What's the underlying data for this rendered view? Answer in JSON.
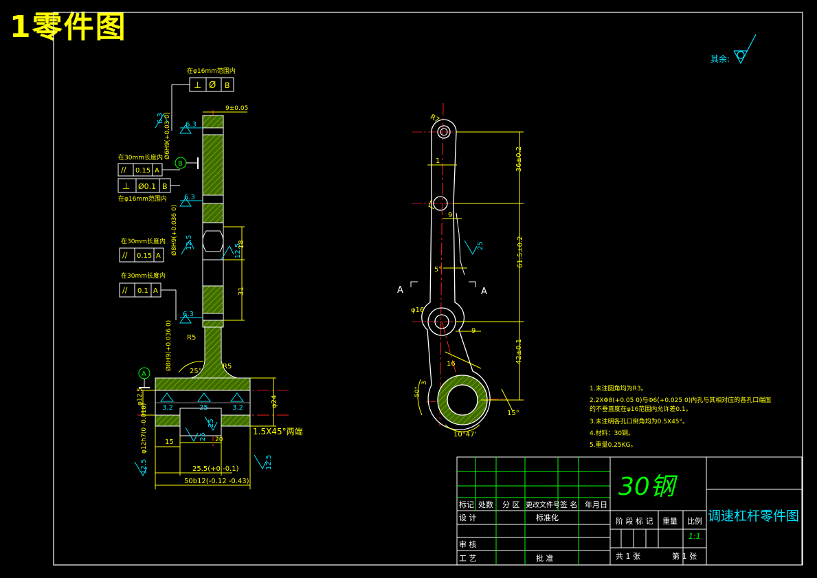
{
  "heading": "1零件图",
  "roughness_rest_label": "其余:",
  "left_view": {
    "note_top": "在φ16mm范围内",
    "top_frame": {
      "sym": "⊥",
      "tol": "Ø",
      "datum": "B"
    },
    "dim_top_width": "9±0.05",
    "rough_top": "6.3",
    "rough_hole1": "6.3",
    "dim_hole1": "Ø6H9(+0.03 0)",
    "datum_b": "B",
    "note_30a": "在30mm长度内",
    "frame1": {
      "sym": "//",
      "tol": "0.15",
      "datum": "A"
    },
    "frame2": {
      "sym": "⊥",
      "tol": "Ø0.1",
      "datum": "B"
    },
    "note_16b": "在φ16mm范围内",
    "rough_hole2": "6.3",
    "note_30b": "在30mm长度内",
    "frame3": {
      "sym": "//",
      "tol": "0.15",
      "datum": "A"
    },
    "dim_slot": "Ø8H9(+0.036 0)",
    "rough_slot": "12.5",
    "rough_slot2": "12.5",
    "dim_18": "18",
    "dim_31": "31",
    "note_30c": "在30mm长度内",
    "frame4": {
      "sym": "//",
      "tol": "0.1",
      "datum": "A"
    },
    "rough_hole3": "6.3",
    "r5_left": "R5",
    "r5_right": "R5",
    "dim_hole3": "Ø8H9(+0.036 0)",
    "angle_25": "25°",
    "datum_a": "A",
    "dim_d125": "φ12.5",
    "dim_d24": "φ24",
    "rough_32a": "3.2",
    "rough_25a": "25",
    "rough_32b": "3.2",
    "chamfer": "1.5X45°两端",
    "dim_bore": "φ12h7(0 -0.018)",
    "rough_25b": "25",
    "rough_25c": "25",
    "dim_20": "20",
    "dim_15": "15",
    "dim_255": "25.5(+0 -0.1)",
    "rough_125a": "12.5",
    "rough_125b": "12.5",
    "dim_50": "50b12(-0.12 -0.43)"
  },
  "right_view": {
    "r7": "R7",
    "dim_1": "1",
    "dim_36": "36±0.2",
    "dim_9a": "9",
    "rough_25": "25",
    "dim_615": "61.5±0.2",
    "dim_5": "5°",
    "section_a_left": "A",
    "section_a_right": "A",
    "dim_d16": "φ16",
    "dim_9b": "9",
    "dim_16": "16",
    "dim_42": "42±0.1",
    "dim_50deg": "50°",
    "dim_3": "3",
    "dim_15deg": "15°",
    "dim_1047": "10°47'"
  },
  "notes": [
    "1.未注圆角均为R3。",
    "2.2XΦ8(+0.05 0)与Φ6(+0.025 0)内孔与其相对应的各孔口端面",
    "的不垂直度在φ16范围内允许差0.1。",
    "3.未注明各孔口倒角均为0.5X45°。",
    "4.材料：30钢。",
    "5.重量0.25KG。"
  ],
  "title_block": {
    "material": "30钢",
    "drawing_name": "调速杠杆零件图",
    "h_biaoji": "标记",
    "h_chushu": "处数",
    "h_fenqu": "分 区",
    "h_genggai": "更改文件号",
    "h_qianming": "签 名",
    "h_nianyueri": "年月日",
    "sheji": "设 计",
    "biaozhunhua": "标准化",
    "jieduan": "阶 段 标 记",
    "zhongliang": "重量",
    "bili": "比例",
    "scale": "1:1",
    "shenhe": "审 核",
    "gongyi": "工 艺",
    "pizhun": "批 准",
    "total_sheets": "共 1 张",
    "sheet_no": "第 1 张"
  },
  "colors": {
    "background": "#000000",
    "outline": "#ffffff",
    "dimension": "#ffff00",
    "roughness": "#00e5ff",
    "hatch": "#4a7a00",
    "centerline": "#ff2020",
    "border": "#00ff00"
  }
}
